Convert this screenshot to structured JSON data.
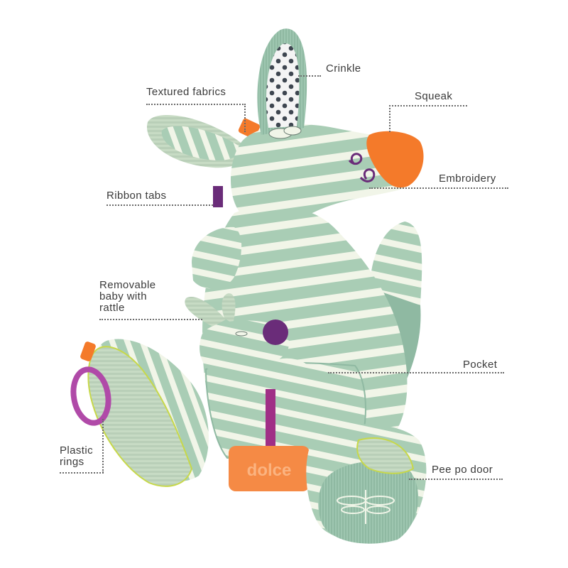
{
  "image": {
    "subject": "plush-kangaroo-toy",
    "colors": {
      "sage": "#a9cdb5",
      "sage_dark": "#8fb9a2",
      "cream": "#f3f6ea",
      "orange": "#f47a2a",
      "purple": "#6a2c79",
      "magenta": "#a02f86",
      "ring": "#b04aa8",
      "teether": "#f58a45",
      "label_text": "#3a3a3a",
      "leader": "#6a6a6a"
    }
  },
  "callouts": {
    "crinkle": "Crinkle",
    "textured_fabrics": "Textured fabrics",
    "squeak": "Squeak",
    "embroidery": "Embroidery",
    "ribbon_tabs": "Ribbon tabs",
    "removable_baby": [
      "Removable",
      "baby with",
      "rattle"
    ],
    "pocket": "Pocket",
    "plastic_rings": [
      "Plastic",
      "rings"
    ],
    "pee_po_door": "Pee po door"
  },
  "teether_logo": "dolce"
}
